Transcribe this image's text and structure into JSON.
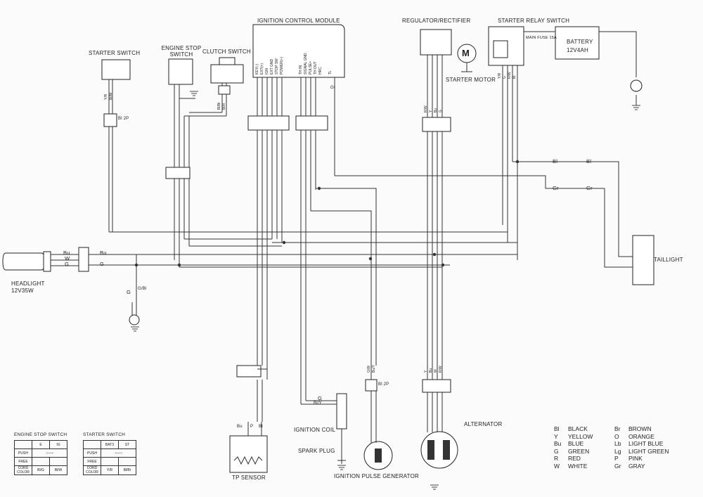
{
  "components": {
    "ignition_control_module": "IGNITION CONTROL MODULE",
    "regulator_rectifier": "REGULATOR/RECTIFIER",
    "starter_relay_switch": "STARTER RELAY SWITCH",
    "starter_switch": "STARTER SWITCH",
    "engine_stop_switch": "ENGINE STOP SWITCH",
    "clutch_switch": "CLUTCH SWITCH",
    "battery": "BATTERY",
    "battery_spec": "12V4AH",
    "main_fuse": "MAIN FUSE 15A",
    "starter_motor": "STARTER MOTOR",
    "motor_symbol": "M",
    "headlight": "HEADLIGHT",
    "headlight_spec": "12V35W",
    "taillight": "TAILLIGHT",
    "tp_sensor": "TP SENSOR",
    "ignition_coil": "IGNITION COIL",
    "spark_plug": "SPARK PLUG",
    "ignition_pulse_generator": "IGNITION PULSE GENERATOR",
    "alternator": "ALTERNATOR"
  },
  "connector_tags": {
    "bl_2p_a": "Bl 2P",
    "bl_2p_b": "Bl 2P"
  },
  "wire_labels": {
    "headlight_bu": "Bu",
    "headlight_w": "W",
    "headlight_g": "G",
    "headlight_right_bu": "Bu",
    "headlight_right_g": "G",
    "ground_g": "G",
    "ground_gbl": "G/Bl",
    "tail_bl_left": "Bl",
    "tail_bl_right": "Bl",
    "tail_gr_left": "Gr",
    "tail_gr_right": "Gr",
    "coil_g": "G",
    "coil_bly": "Bl/Y",
    "tp_bu": "Bu",
    "tp_p": "P",
    "tp_bl": "Bl",
    "starter_yr": "Y/R",
    "starter_blbr": "Bl/Br",
    "clutch_blbr": "Bl/Br",
    "clutch_blr": "Bl/R",
    "icm_gr": "Gr",
    "relay_yr": "Y/R",
    "relay_g": "G",
    "relay_rw": "R/W",
    "relay_bl": "Bl",
    "reg_rw": "R/W",
    "reg_y": "Y",
    "reg_bu": "Bu",
    "reg_g": "G",
    "alt_y": "Y",
    "alt_bu": "Bu",
    "alt_w": "W",
    "alt_rw": "R/W",
    "pulse_gw": "G/W",
    "pulse_buy": "Bu/Y"
  },
  "icm_pins": [
    "KEY(-)",
    "EXT(+)",
    "IGN",
    "EXT GND",
    "STOP SW",
    "POWER(+)",
    "TH IN",
    "SIGNAL GND",
    "PULSE+",
    "TH OUT",
    "HRC",
    "TL"
  ],
  "engine_stop_table": {
    "title": "ENGINE STOP SWITCH",
    "headers": [
      "",
      "E",
      "IG"
    ],
    "rows": [
      [
        "PUSH",
        "",
        ""
      ],
      [
        "FREE",
        "",
        ""
      ],
      [
        "CORD COLOR",
        "Bl/G",
        "Bl/W"
      ]
    ]
  },
  "starter_table": {
    "title": "STARTER SWITCH",
    "headers": [
      "",
      "BAT3",
      "ST"
    ],
    "rows": [
      [
        "PUSH",
        "",
        ""
      ],
      [
        "FREE",
        "",
        ""
      ],
      [
        "CORD COLOR",
        "Y/R",
        "Bl/Br"
      ]
    ]
  },
  "color_legend": [
    {
      "code": "Bl",
      "name": "BLACK",
      "code2": "Br",
      "name2": "BROWN"
    },
    {
      "code": "Y",
      "name": "YELLOW",
      "code2": "O",
      "name2": "ORANGE"
    },
    {
      "code": "Bu",
      "name": "BLUE",
      "code2": "Lb",
      "name2": "LIGHT BLUE"
    },
    {
      "code": "G",
      "name": "GREEN",
      "code2": "Lg",
      "name2": "LIGHT GREEN"
    },
    {
      "code": "R",
      "name": "RED",
      "code2": "P",
      "name2": "PINK"
    },
    {
      "code": "W",
      "name": "WHITE",
      "code2": "Gr",
      "name2": "GRAY"
    }
  ]
}
